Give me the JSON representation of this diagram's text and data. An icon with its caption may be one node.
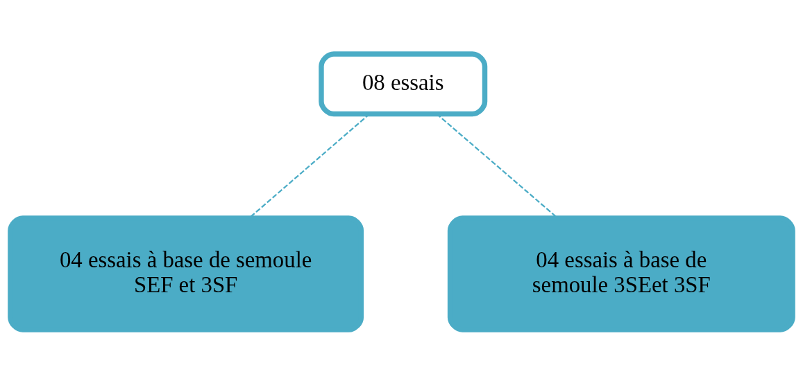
{
  "diagram": {
    "nodes": [
      {
        "text": [
          "08 essais"
        ]
      },
      {
        "text": [
          "04 essais à base de semoule SEF et 3SF"
        ]
      },
      {
        "text": [
          "04 essais à base de semoule 3SEet 3SF"
        ]
      }
    ],
    "edges": [
      {
        "from": 0,
        "to": 1,
        "arrow": "none",
        "style": "dashed"
      },
      {
        "from": 0,
        "to": 2,
        "arrow": "none",
        "style": "dashed"
      }
    ]
  }
}
